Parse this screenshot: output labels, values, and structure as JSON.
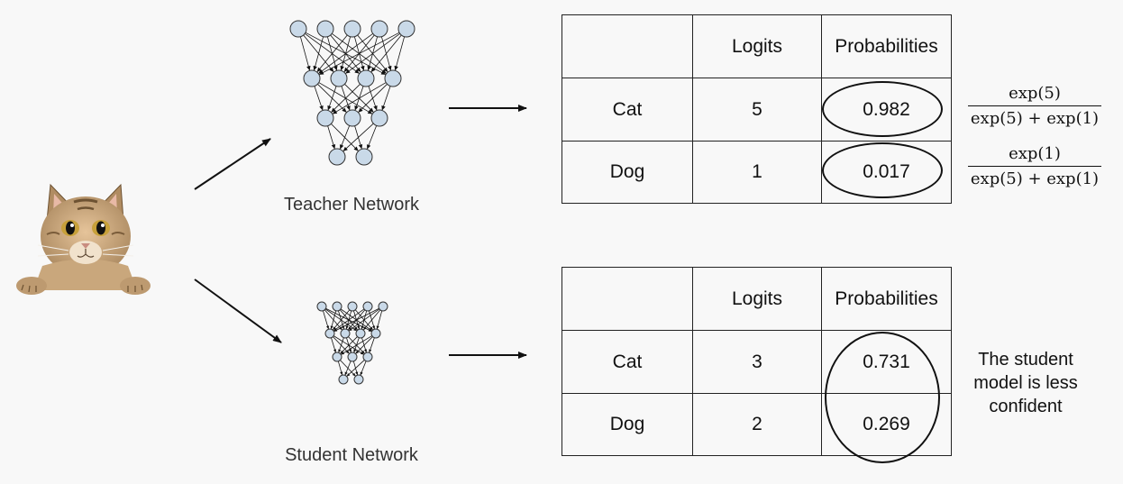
{
  "teacher": {
    "label": "Teacher Network",
    "table": {
      "headers": [
        "",
        "Logits",
        "Probabilities"
      ],
      "rows": [
        {
          "name": "Cat",
          "logit": "5",
          "prob": "0.982"
        },
        {
          "name": "Dog",
          "logit": "1",
          "prob": "0.017"
        }
      ]
    },
    "formulas": [
      {
        "numerator": "exp(5)",
        "denominator": "exp(5) + exp(1)"
      },
      {
        "numerator": "exp(1)",
        "denominator": "exp(5) + exp(1)"
      }
    ]
  },
  "student": {
    "label": "Student Network",
    "table": {
      "headers": [
        "",
        "Logits",
        "Probabilities"
      ],
      "rows": [
        {
          "name": "Cat",
          "logit": "3",
          "prob": "0.731"
        },
        {
          "name": "Dog",
          "logit": "2",
          "prob": "0.269"
        }
      ]
    },
    "note": "The student model is less confident"
  },
  "colors": {
    "node_fill": "#c9d9e8",
    "node_stroke": "#333333",
    "line": "#111111"
  }
}
